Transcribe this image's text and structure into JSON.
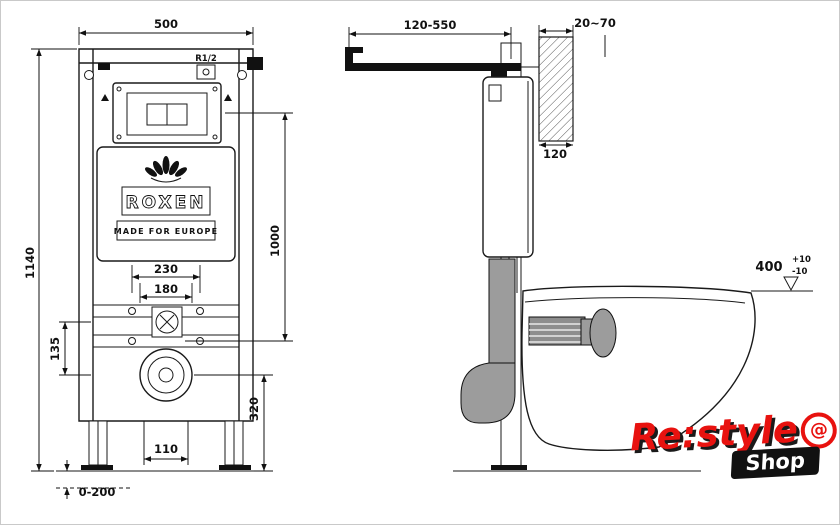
{
  "front_view": {
    "dim_width": "500",
    "dim_height": "1140",
    "label_thread": "R1/2",
    "brand": "ROXEN",
    "tagline": "MADE FOR EUROPE",
    "dim_plate_outer": "230",
    "dim_plate_inner": "180",
    "dim_inlet_offset": "135",
    "dim_drain_height": "320",
    "dim_plate_height": "1000",
    "dim_outlet_width": "110",
    "dim_feet_adjust": "0-200"
  },
  "side_view": {
    "dim_depth_range": "120-550",
    "dim_wall_gap": "20~70",
    "dim_duct_depth": "120",
    "dim_bowl_height": "400",
    "tol_plus": "+10",
    "tol_minus": "-10"
  },
  "logo": {
    "brand": "Re:style",
    "at": "@",
    "shop": "Shop"
  },
  "colors": {
    "line": "#1a1a1a",
    "pipe_gray": "#9c9c9c",
    "logo_red": "#e8120f"
  }
}
